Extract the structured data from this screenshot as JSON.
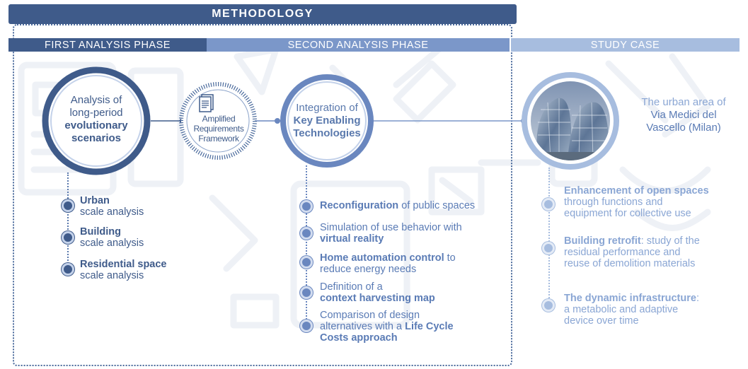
{
  "title": "METHODOLOGY",
  "phases": {
    "first": "FIRST ANALYSIS PHASE",
    "second": "SECOND ANALYSIS PHASE",
    "study": "STUDY CASE"
  },
  "node1": {
    "line1": "Analysis of",
    "line2": "long-period",
    "line3": "evolutionary",
    "line4": "scenarios"
  },
  "framework": {
    "line1": "Amplified",
    "line2": "Requirements",
    "line3": "Framework"
  },
  "node2": {
    "line1": "Integration of",
    "line2": "Key Enabling",
    "line3": "Technologies"
  },
  "study": {
    "line1": "The urban area of",
    "line2": "Via Medici del",
    "line3": "Vascello (Milan)"
  },
  "first_items": [
    {
      "bold": "Urban",
      "rest": "scale analysis"
    },
    {
      "bold": "Building",
      "rest": "scale analysis"
    },
    {
      "bold": "Residential space",
      "rest": "scale analysis"
    }
  ],
  "second_items": [
    {
      "a": "Reconfiguration",
      "b": " of public spaces"
    },
    {
      "a": "Simulation of use behavior with",
      "b": "virtual reality"
    },
    {
      "a": "Home automation control",
      "b": " to",
      "c": "reduce energy needs"
    },
    {
      "a": "Definition of a",
      "b": "context harvesting map"
    },
    {
      "a": "Comparison of design",
      "b": "alternatives with a ",
      "c": "Life Cycle",
      "d": "Costs approach"
    }
  ],
  "study_items": [
    {
      "a": "Enhancement of open spaces",
      "b": "through functions and",
      "c": "equipment for collective use"
    },
    {
      "a": "Building retrofit",
      "b": ": study of the",
      "c": "residual performance and",
      "d": "reuse of demolition materials"
    },
    {
      "a": "The dynamic infrastructure",
      "b": ":",
      "c": "a metabolic and adaptive",
      "d": "device over time"
    }
  ],
  "colors": {
    "dark": "#3f5b8a",
    "mid": "#7b97c9",
    "light": "#a7bddf"
  },
  "icons": [
    "document-icon",
    "building-photo"
  ]
}
